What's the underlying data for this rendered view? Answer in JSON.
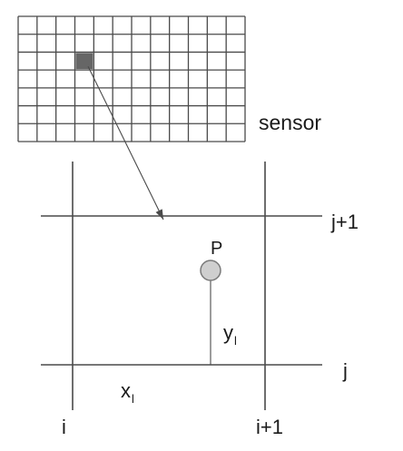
{
  "diagram": {
    "sensor": {
      "label": "sensor",
      "columns": 12,
      "rows": 7,
      "highlighted_cell": {
        "column": 4,
        "row": 3
      }
    },
    "grid_labels": {
      "top_row": "j+1",
      "bottom_row": "j",
      "left_col": "i",
      "right_col": "i+1"
    },
    "point": {
      "label": "P",
      "x_label": "x",
      "x_subscript": "l",
      "y_label": "y",
      "y_subscript": "l"
    },
    "colors": {
      "line": "#4a4a4a",
      "highlighted_cell": "#666666",
      "point_fill": "#cfcfcf",
      "point_stroke": "#7a7a7a"
    }
  }
}
